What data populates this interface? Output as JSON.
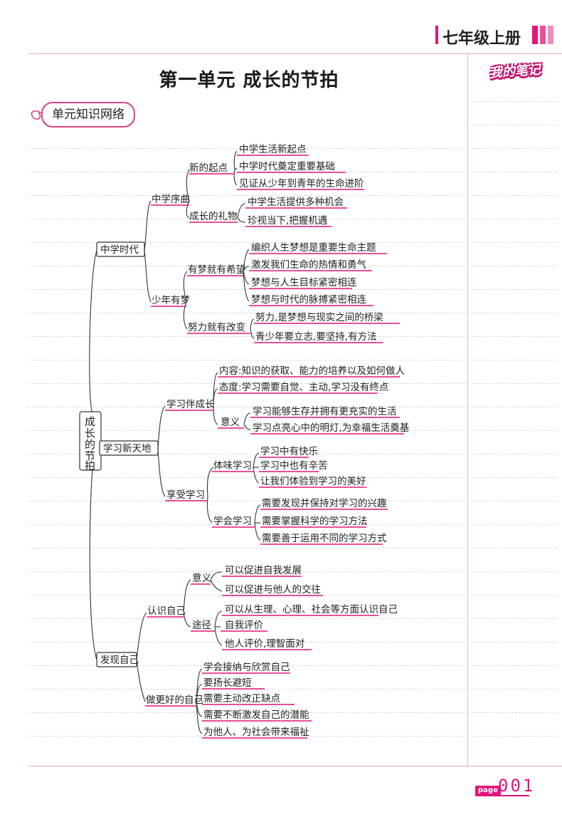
{
  "header": {
    "grade": "七年级上册"
  },
  "title": "第一单元  成长的节拍",
  "note_badge": "我的笔记",
  "section_tag": "单元知识网络",
  "root": [
    "成",
    "长",
    "的",
    "节",
    "拍"
  ],
  "level1": [
    "中学时代",
    "学习新天地",
    "发现自己"
  ],
  "level2": [
    "中学序曲",
    "少年有梦",
    "学习伴成长",
    "享受学习",
    "认识自己",
    "做更好的自己"
  ],
  "level3": [
    "新的起点",
    "成长的礼物",
    "有梦就有希望",
    "努力就有改变",
    "意义",
    "体味学习",
    "学会学习",
    "意义",
    "途径"
  ],
  "leaves": [
    "中学生活新起点",
    "中学时代奠定重要基础",
    "见证从少年到青年的生命进阶",
    "中学生活提供多种机会",
    "珍视当下,把握机遇",
    "编织人生梦想是重要生命主题",
    "激发我们生命的热情和勇气",
    "梦想与人生目标紧密相连",
    "梦想与时代的脉搏紧密相连",
    "努力,是梦想与现实之间的桥梁",
    "青少年要立志,要坚持,有方法",
    "内容:知识的获取、能力的培养以及如何做人",
    "态度:学习需要自觉、主动,学习没有终点",
    "学习能够生存并拥有更充实的生活",
    "学习点亮心中的明灯,为幸福生活奠基",
    "学习中有快乐",
    "学习中也有辛苦",
    "让我们体验到学习的美好",
    "需要发现并保持对学习的兴趣",
    "需要掌握科学的学习方法",
    "需要善于运用不同的学习方式",
    "可以促进自我发展",
    "可以促进与他人的交往",
    "可以从生理、心理、社会等方面认识自己",
    "自我评价",
    "他人评价,理智面对",
    "学会接纳与欣赏自己",
    "要扬长避短",
    "需要主动改正缺点",
    "需要不断激发自己的潜能",
    "为他人、为社会带来福祉"
  ],
  "footer": {
    "page_label": "page",
    "page_number": "001"
  },
  "colors": {
    "accent": "#e3157b",
    "line": "#e8a8c4"
  }
}
